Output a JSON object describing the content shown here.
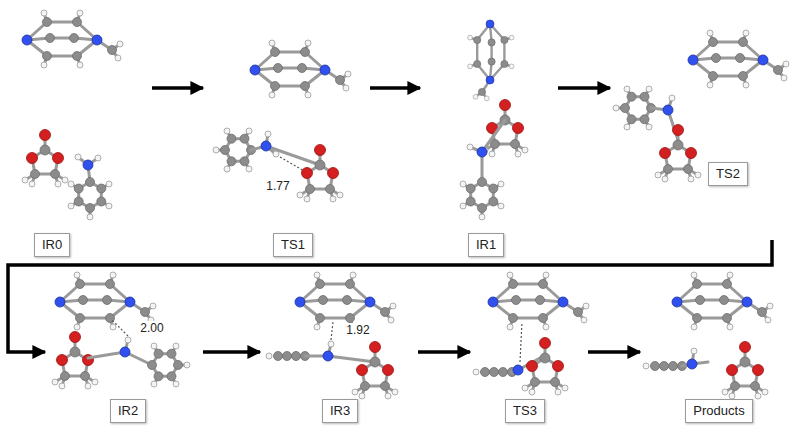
{
  "diagram": {
    "nodes": [
      {
        "text": [
          "IR0"
        ]
      },
      {
        "text": [
          "TS1"
        ]
      },
      {
        "text": [
          "IR1"
        ]
      },
      {
        "text": [
          "TS2"
        ]
      },
      {
        "text": [
          "IR2"
        ]
      },
      {
        "text": [
          "IR3"
        ]
      },
      {
        "text": [
          "TS3"
        ]
      },
      {
        "text": [
          "Products"
        ]
      }
    ],
    "edges": [
      {
        "from": 0,
        "to": 1,
        "arrow": "to"
      },
      {
        "from": 1,
        "to": 2,
        "arrow": "to"
      },
      {
        "from": 2,
        "to": 3,
        "arrow": "to"
      },
      {
        "from": 3,
        "to": 4,
        "arrow": "to"
      },
      {
        "from": 4,
        "to": 5,
        "arrow": "to"
      },
      {
        "from": 5,
        "to": 6,
        "arrow": "to"
      },
      {
        "from": 6,
        "to": 7,
        "arrow": "to"
      }
    ],
    "labels": [
      "1.77",
      "2.00",
      "1.92"
    ]
  }
}
